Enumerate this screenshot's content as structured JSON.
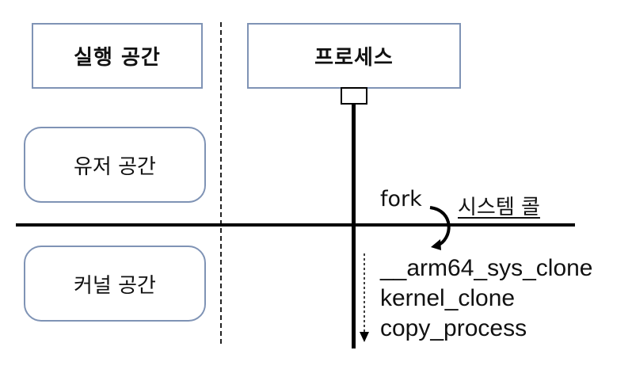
{
  "headers": {
    "execution_space": "실행 공간",
    "process": "프로세스"
  },
  "spaces": {
    "user_space": "유저 공간",
    "kernel_space": "커널 공간"
  },
  "syscall": {
    "fork": "fork",
    "label": "시스템 콜"
  },
  "kernel_calls": [
    "__arm64_sys_clone",
    "kernel_clone",
    "copy_process"
  ],
  "colors": {
    "box_border": "#7f93b5",
    "line": "#000000"
  }
}
